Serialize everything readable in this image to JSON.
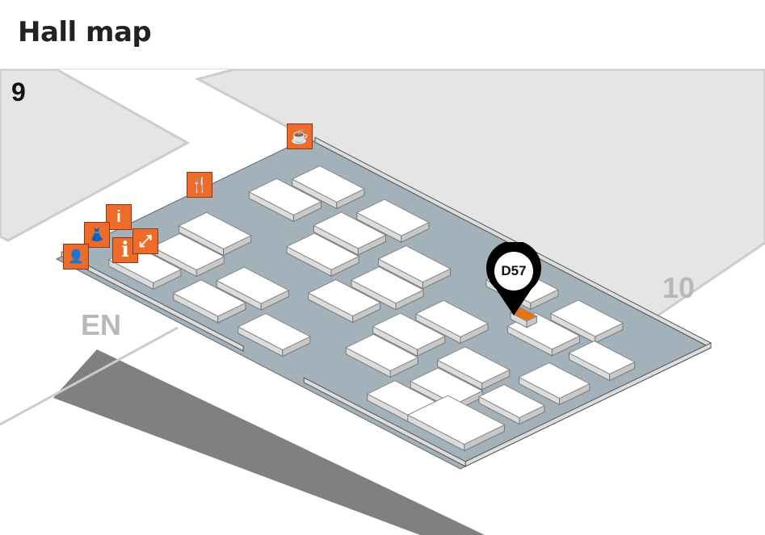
{
  "header": {
    "title": "Hall map"
  },
  "hall": {
    "current_hall_number": "9",
    "neighbor_hall_number": "10",
    "entrance_label": "EN"
  },
  "marker": {
    "booth_label": "D57",
    "highlight_color": "#e8730f"
  },
  "pois": [
    {
      "name": "cafe",
      "icon": "coffee-cup-icon",
      "glyph": "☕"
    },
    {
      "name": "restaurant",
      "icon": "fork-knife-icon",
      "glyph": "🍴"
    },
    {
      "name": "toilet-men",
      "icon": "man-icon",
      "glyph": "👤"
    },
    {
      "name": "toilet-women",
      "icon": "woman-icon",
      "glyph": "👗"
    },
    {
      "name": "toilet-accessible",
      "icon": "toilet-icon",
      "glyph": "i"
    },
    {
      "name": "information",
      "icon": "info-icon",
      "glyph": "i"
    },
    {
      "name": "escalator",
      "icon": "escalator-icon",
      "glyph": "⤢"
    }
  ],
  "colors": {
    "accent": "#ee6b2a",
    "floor": "#a3b1ba",
    "neighbor_area": "#e5e5e5",
    "road": "#808080"
  }
}
